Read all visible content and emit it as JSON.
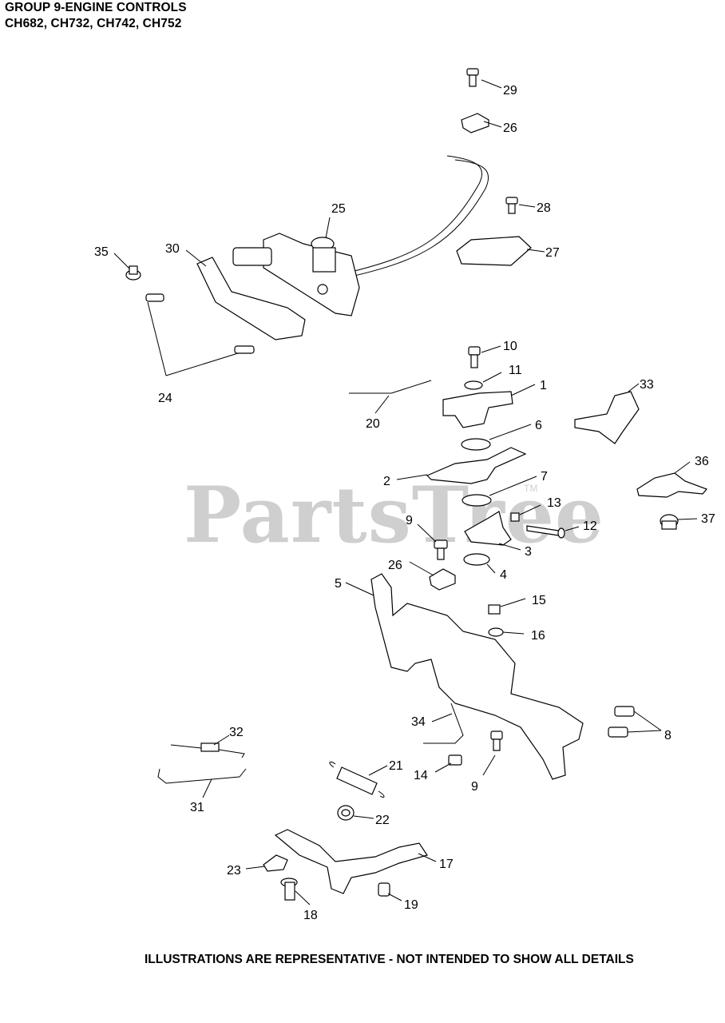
{
  "header": {
    "title": "GROUP 9-ENGINE CONTROLS",
    "models": "CH682, CH732, CH742, CH752"
  },
  "watermark": {
    "text": "PartsTree",
    "tm": "TM"
  },
  "footer": {
    "note": "ILLUSTRATIONS ARE REPRESENTATIVE - NOT INTENDED TO SHOW ALL DETAILS"
  },
  "callouts": [
    "29",
    "26",
    "28",
    "25",
    "27",
    "35",
    "30",
    "24",
    "10",
    "11",
    "1",
    "33",
    "20",
    "6",
    "2",
    "7",
    "36",
    "13",
    "9",
    "12",
    "37",
    "3",
    "4",
    "26",
    "5",
    "15",
    "16",
    "8",
    "32",
    "34",
    "21",
    "14",
    "9",
    "31",
    "22",
    "17",
    "23",
    "18",
    "19"
  ]
}
